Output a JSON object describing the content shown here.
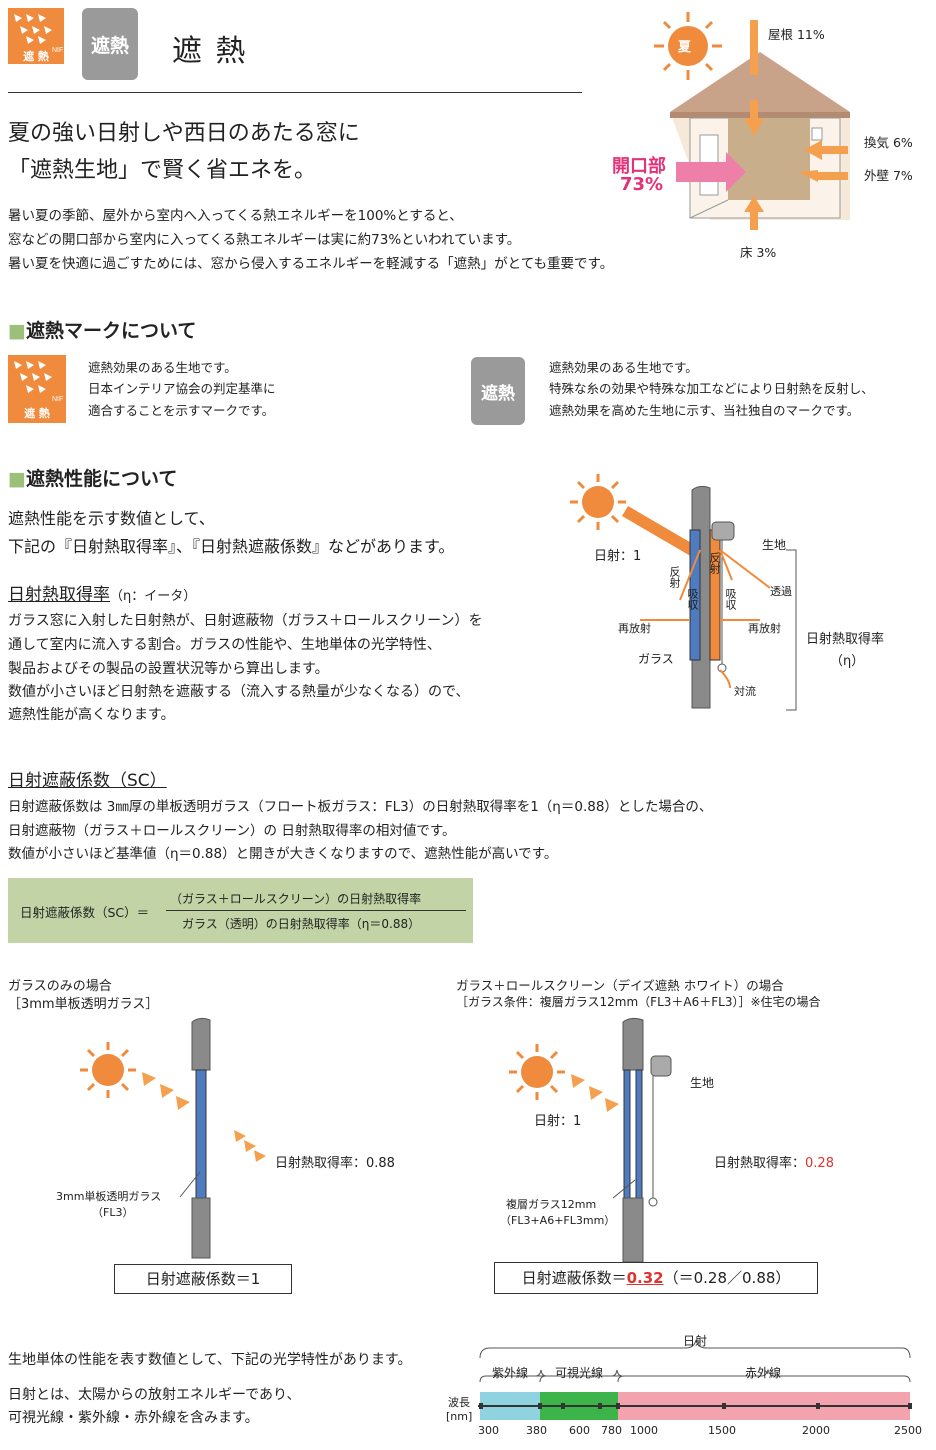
{
  "header": {
    "nif_mark_label": "遮 熱",
    "nif_mark_sub": "NIF",
    "gray_mark_label": "遮熱",
    "title": "遮 熱"
  },
  "house": {
    "summer_label": "夏",
    "roof": "屋根 11%",
    "vent": "換気 6%",
    "wall": "外壁 7%",
    "floor": "床 3%",
    "opening_label": "開口部",
    "opening_value": "73%"
  },
  "intro": {
    "headline1": "夏の強い日射しや西日のあたる窓に",
    "headline2": "「遮熱生地」で賢く省エネを。",
    "p1": "暑い夏の季節、屋外から室内へ入ってくる熱エネルギーを100%とすると、",
    "p2": "窓などの開口部から室内に入ってくる熱エネルギーは実に約73%といわれています。",
    "p3": "暑い夏を快適に過ごすためには、窓から侵入するエネルギーを軽減する「遮熱」がとても重要です。"
  },
  "marks": {
    "heading": "遮熱マークについて",
    "nif_desc1": "遮熱効果のある生地です。",
    "nif_desc2": "日本インテリア協会の判定基準に",
    "nif_desc3": "適合することを示すマークです。",
    "own_desc1": "遮熱効果のある生地です。",
    "own_desc2": "特殊な糸の効果や特殊な加工などにより日射熱を反射し、",
    "own_desc3": "遮熱効果を高めた生地に示す、当社独自のマークです。"
  },
  "performance": {
    "heading": "遮熱性能について",
    "lead1": "遮熱性能を示す数値として、",
    "lead2": "下記の『日射熱取得率』、『日射熱遮蔽係数』などがあります。",
    "eta_title": "日射熱取得率",
    "eta_sub": "（η：イータ）",
    "eta_p1": "ガラス窓に入射した日射熱が、日射遮蔽物（ガラス＋ロールスクリーン）を",
    "eta_p2": "通して室内に流入する割合。ガラスの性能や、生地単体の光学特性、",
    "eta_p3": "製品およびその製品の設置状況等から算出します。",
    "eta_p4": "数値が小さいほど日射熱を遮蔽する（流入する熱量が少なくなる）ので、",
    "eta_p5": "遮熱性能が高くなります。"
  },
  "diagram1": {
    "sun_label": "日射：1",
    "reflect1": "反射",
    "reflect2": "反射",
    "absorb1": "吸収",
    "absorb2": "吸収",
    "fabric": "生地",
    "transmit": "透過",
    "reradiate_left": "再放射",
    "reradiate_right": "再放射",
    "glass": "ガラス",
    "convection": "対流",
    "bracket1": "日射熱取得率",
    "bracket2": "（η）"
  },
  "sc": {
    "title": "日射遮蔽係数（SC）",
    "p1": "日射遮蔽係数は 3㎜厚の単板透明ガラス（フロート板ガラス：FL3）の日射熱取得率を1（η＝0.88）とした場合の、",
    "p2": "日射遮蔽物（ガラス＋ロールスクリーン）の 日射熱取得率の相対値です。",
    "p3": "数値が小さいほど基準値（η＝0.88）と開きが大きくなりますので、遮熱性能が高いです。",
    "formula_left": "日射遮蔽係数（SC）＝",
    "formula_num": "（ガラス＋ロールスクリーン）の日射熱取得率",
    "formula_den": "ガラス（透明）の日射熱取得率（η＝0.88）"
  },
  "compare_left": {
    "title1": "ガラスのみの場合",
    "title2": "［3mm単板透明ガラス］",
    "eta": "日射熱取得率：0.88",
    "glass1": "3mm単板透明ガラス",
    "glass2": "（FL3）",
    "result": "日射遮蔽係数＝1"
  },
  "compare_right": {
    "title1": "ガラス＋ロールスクリーン（デイズ遮熱 ホワイト）の場合",
    "title2": "［ガラス条件：複層ガラス12mm（FL3＋A6＋FL3）］※住宅の場合",
    "fabric": "生地",
    "sun": "日射：1",
    "eta_label": "日射熱取得率：",
    "eta_value": "0.28",
    "glass1": "複層ガラス12mm",
    "glass2": "（FL3+A6+FL3mm）",
    "result_label": "日射遮蔽係数＝",
    "result_value": "0.32",
    "result_calc": "（＝0.28／0.88）"
  },
  "optical": {
    "p1": "生地単体の性能を表す数値として、下記の光学特性があります。",
    "p2": "日射とは、太陽からの放射エネルギーであり、",
    "p3": "可視光線・紫外線・赤外線を含みます。"
  },
  "spectrum": {
    "top": "日射",
    "uv": "紫外線",
    "vis": "可視光線",
    "ir": "赤外線",
    "axis1": "波長",
    "axis2": "[nm]",
    "ticks": [
      "300",
      "380",
      "600",
      "780",
      "1000",
      "1500",
      "2000",
      "2500"
    ],
    "colors": {
      "uv": "#8fd3e0",
      "vis": "#3db44a",
      "ir": "#f2a3ad"
    }
  },
  "colors": {
    "orange": "#f08a3c",
    "accent_red": "#e0322e",
    "pink": "#e4327a",
    "green_box": "#c2d4a5"
  }
}
